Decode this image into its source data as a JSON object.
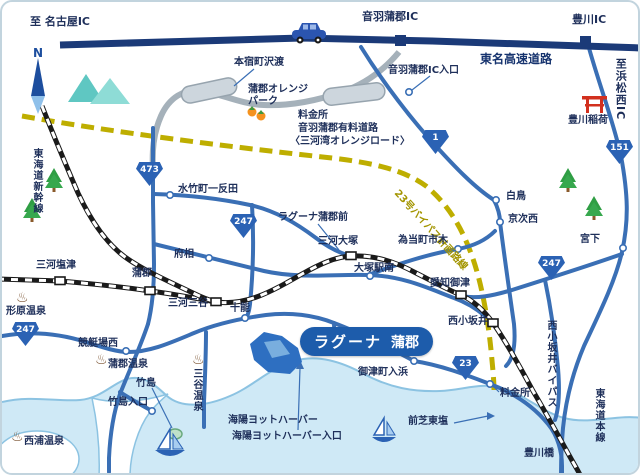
{
  "colors": {
    "sea": "#cfe9f6",
    "road_blue": "#3a6fb5",
    "expressway_navy": "#1b3a78",
    "bypass_yellow": "#beae00",
    "railway_black": "#1a1a1a",
    "badge_blue": "#1d5cab",
    "torii_red": "#d2301e",
    "tree_green": "#2f9e44",
    "mountain_teal": "#5fc7c2"
  },
  "compass": {
    "north": "N"
  },
  "icons": {
    "onsen": "♨"
  },
  "top": {
    "to_nagoya": "至 名古屋IC",
    "otowa_gamagori_ic": "音羽蒲郡IC",
    "toyokawa_ic": "豊川IC",
    "tomei_expwy": "東名高速道路",
    "to_hamamatsu_nishi_ic": "至浜松西IC"
  },
  "orange_road": {
    "motojuku_sawatari": "本宿町沢渡",
    "orange_park": "蒲郡オレンジ\nパーク",
    "tollgate": "料金所",
    "toll_road": "音羽蒲郡有料道路",
    "orange_road_name": "〈三河湾オレンジロード〉",
    "ic_entrance": "音羽蒲郡IC入口"
  },
  "shields": {
    "r473": "473",
    "r1": "1",
    "r151": "151",
    "r247": "247",
    "r23": "23"
  },
  "bypass": {
    "label": "23号バイパス計画路線"
  },
  "railways": {
    "shinkansen": "東海道新幹線",
    "tokaido_main_line": "東海道本線"
  },
  "stations": {
    "mikawa_shiotsu": "三河塩津",
    "gamagori": "蒲郡",
    "mikawa_miya": "三河三谷",
    "mikawa_otsuka": "三河大塚",
    "aichi_mito": "愛知御津",
    "nishi_kozakai": "西小坂井"
  },
  "points": {
    "mizutake_ittanda": "水竹町一反田",
    "shiratori": "白鳥",
    "kyoji_nishi": "京次西",
    "laguna_gamagori_mae": "ラグーナ蒲郡前",
    "tamari_cho_ichiki": "為当町市木",
    "miyashita": "宮下",
    "fuso": "府相",
    "otsuka_eki_minami": "大塚駅南",
    "juno": "十能",
    "kyoteijo_nishi": "競艇場西",
    "mito_cho_irihama": "御津町入浜",
    "tollgate_east": "料金所",
    "takeshima": "竹島",
    "takeshima_iriguchi": "竹島入口",
    "maeshiba_higashishio": "前芝東塩",
    "toyokawa_bashi": "豊川橋",
    "nishi_kozakai_bypass": "西小坂井バイパス"
  },
  "onsen": {
    "katahara": "形原温泉",
    "gamagori": "蒲郡温泉",
    "miya": "三谷温泉",
    "nishiura": "西浦温泉"
  },
  "spots": {
    "toyokawa_inari": "豊川稲荷",
    "kaiyo_yacht_harbor": "海陽ヨットハーバー",
    "kaiyo_yacht_harbor_iriguchi": "海陽ヨットハーバー入口"
  },
  "destination": {
    "name": "ラグーナ",
    "place": "蒲郡"
  }
}
